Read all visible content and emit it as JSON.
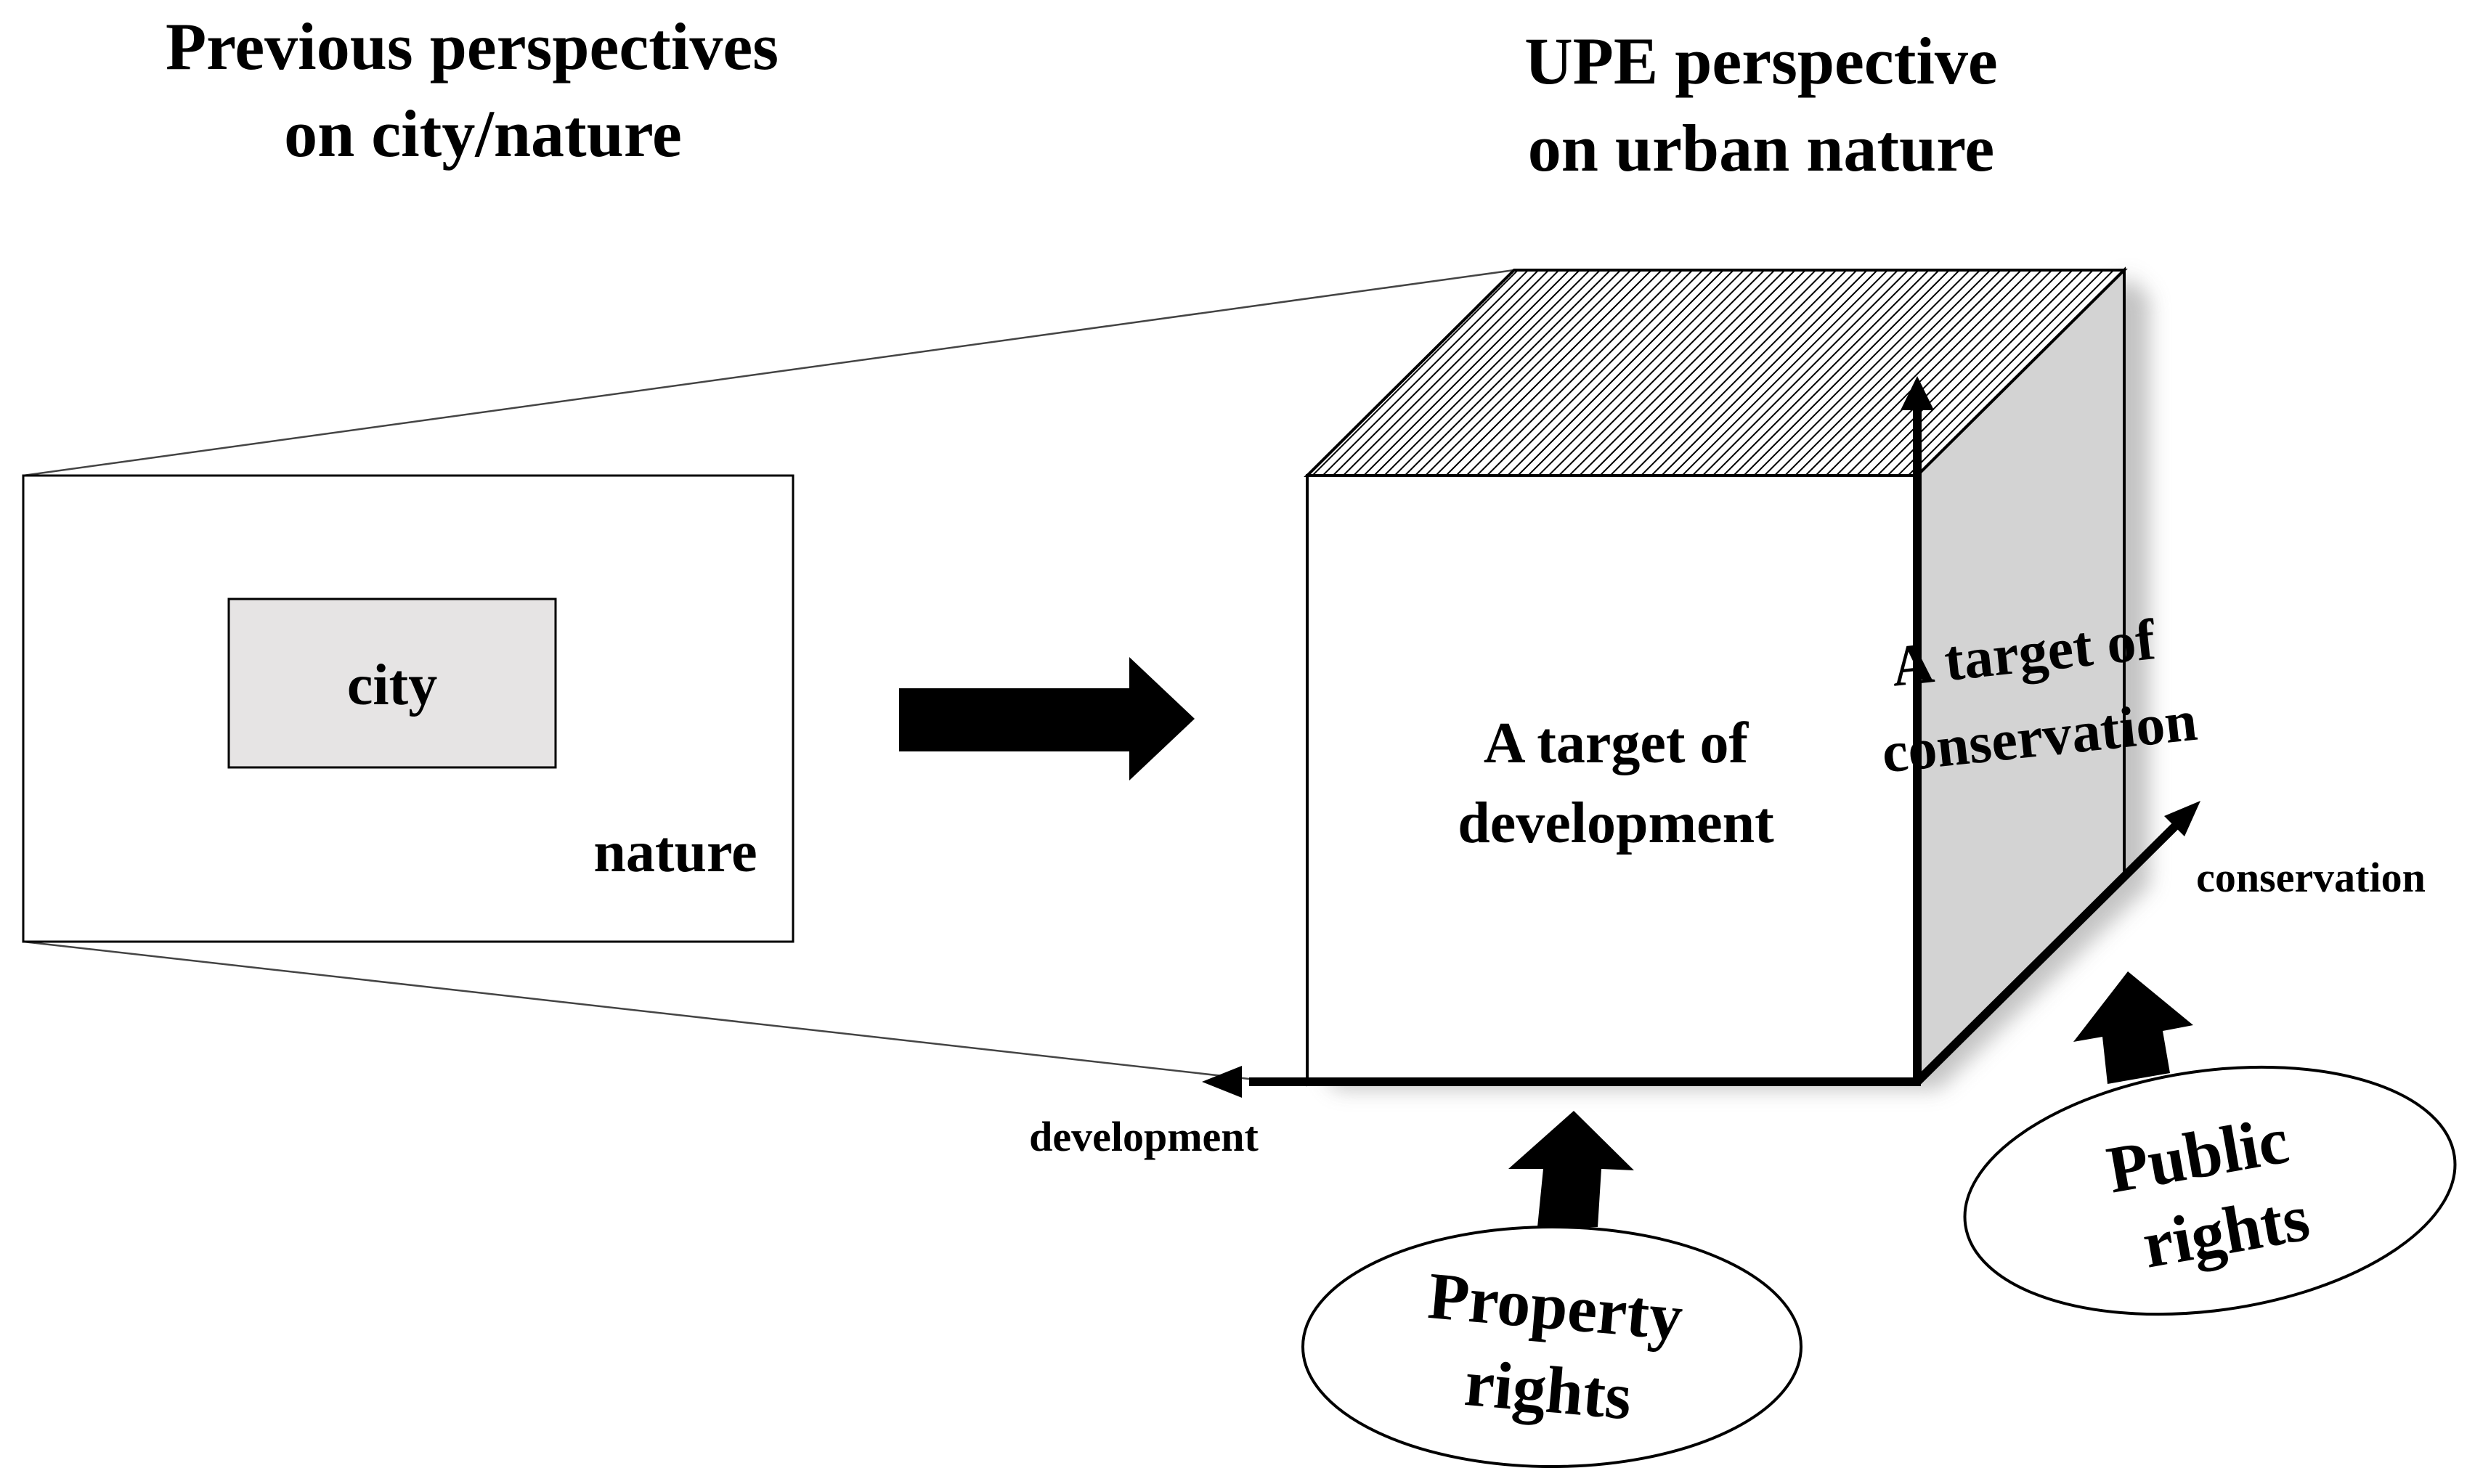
{
  "left_heading": {
    "line1": "Previous perspectives",
    "line2": "on city/nature"
  },
  "right_heading": {
    "line1": "UPE perspective",
    "line2": "on urban nature"
  },
  "left_panel": {
    "outer_label": "nature",
    "inner_label": "city"
  },
  "cube": {
    "front_label_line1": "A target of",
    "front_label_line2": "development",
    "side_label_line1": "A target of",
    "side_label_line2": "conservation"
  },
  "axes": {
    "development": "development",
    "conservation": "conservation"
  },
  "forces": {
    "property_line1": "Property",
    "property_line2": "rights",
    "public_line1": "Public",
    "public_line2": "rights"
  },
  "colors": {
    "city_fill": "#e6e4e4",
    "side_fill": "#d3d3d3",
    "shadow": "#bdbdbd",
    "ink": "#000000"
  }
}
